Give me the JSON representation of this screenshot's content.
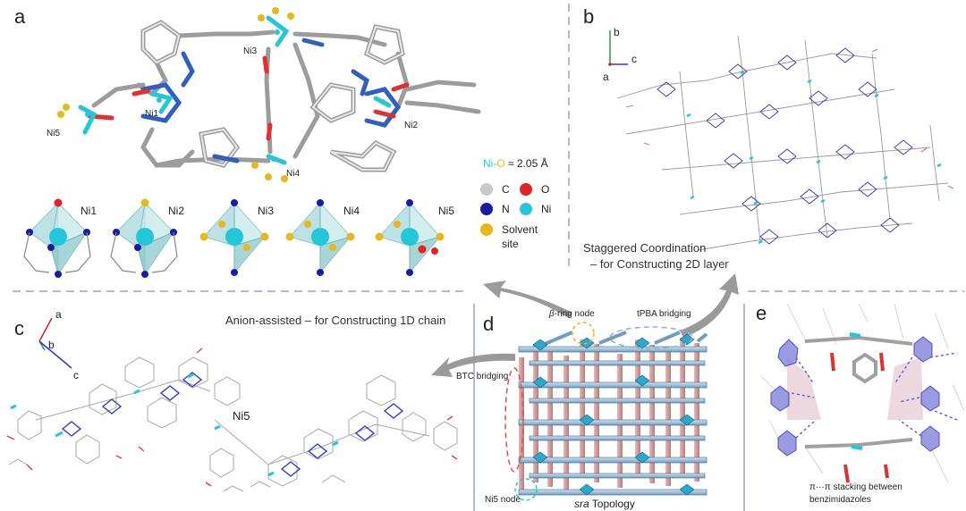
{
  "panels": {
    "a": {
      "letter": "a",
      "atoms": [
        "Ni1",
        "Ni2",
        "Ni3",
        "Ni4",
        "Ni5"
      ],
      "polyhedra": [
        "Ni1",
        "Ni2",
        "Ni3",
        "Ni4",
        "Ni5"
      ]
    },
    "legend": {
      "bond_prefix": "Ni-",
      "bond_o": "O",
      "bond_value": " ≈ 2.05 Å",
      "items": [
        {
          "label": "C",
          "color": "#c8c8c8"
        },
        {
          "label": "O",
          "color": "#e52222"
        },
        {
          "label": "N",
          "color": "#1a1aa6"
        },
        {
          "label": "Ni",
          "color": "#22c8d8"
        }
      ],
      "solvent_line1": "Solvent",
      "solvent_line2": "site",
      "solvent_color": "#e8b818"
    },
    "b": {
      "letter": "b",
      "axis_b": "b",
      "axis_c": "c",
      "axis_a": "a",
      "caption_line1": "Staggered Coordination",
      "caption_line2": "– for Constructing 2D layer"
    },
    "c": {
      "letter": "c",
      "axis_a": "a",
      "axis_b": "b",
      "axis_c": "c",
      "caption": "Anion-assisted – for Constructing 1D chain",
      "atom": "Ni5"
    },
    "d": {
      "letter": "d",
      "ring_node_greek": "β",
      "ring_node": "-ring node",
      "tpba": "tPBA bridging",
      "btc": "BTC bridging",
      "ni5_node": "Ni5 node",
      "topology_italic": "sra",
      "topology": " Topology"
    },
    "e": {
      "letter": "e",
      "caption_line1": "π···π stacking between",
      "caption_line2": "benzimidazoles"
    }
  },
  "colors": {
    "divider": "#b4b8d8",
    "ni": "#22c8d8",
    "n": "#1a1aa6",
    "o": "#e52222",
    "c": "#c8c8c8",
    "solvent": "#e8b818",
    "arrow": "#9a9a9a",
    "dashed_yellow": "#e8b818",
    "dashed_blue": "#8fb0d8",
    "dashed_red": "#e05050",
    "dashed_cyan": "#22c8d8"
  }
}
